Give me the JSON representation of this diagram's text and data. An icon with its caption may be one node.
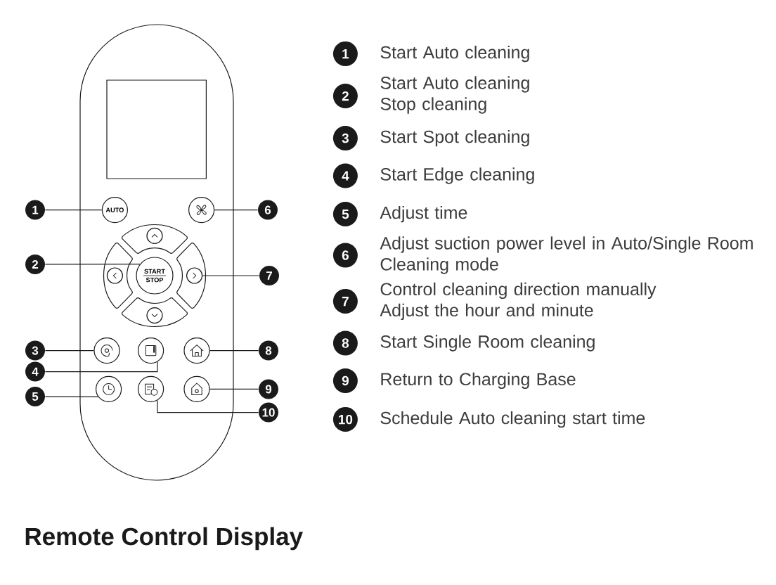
{
  "diagram": {
    "title": "Remote Control Display",
    "nodes": [
      {
        "text": [
          "1"
        ]
      },
      {
        "text": [
          "AUTO"
        ]
      },
      {
        "text": [],
        "shape": "circle"
      },
      {
        "text": [
          "6"
        ]
      },
      {
        "text": [],
        "shape": "circle"
      },
      {
        "text": [
          "2"
        ]
      },
      {
        "text": [],
        "shape": "circle"
      },
      {
        "text": [
          "START",
          "STOP"
        ]
      },
      {
        "text": [],
        "shape": "circle"
      },
      {
        "text": [
          "7"
        ]
      },
      {
        "text": [],
        "shape": "circle"
      },
      {
        "text": [
          "3"
        ]
      },
      {
        "text": [],
        "shape": "circle"
      },
      {
        "text": [],
        "shape": "circle"
      },
      {
        "text": [],
        "shape": "circle"
      },
      {
        "text": [
          "8"
        ]
      },
      {
        "text": [
          "4"
        ]
      },
      {
        "text": [],
        "shape": "circle"
      },
      {
        "text": [],
        "shape": "circle"
      },
      {
        "text": [],
        "shape": "circle"
      },
      {
        "text": [
          "9"
        ]
      },
      {
        "text": [
          "5"
        ]
      },
      {
        "text": [
          "10"
        ]
      },
      {
        "text": [
          "1"
        ],
        "beside": [
          "Start Auto cleaning"
        ]
      },
      {
        "text": [
          "2"
        ],
        "beside": [
          "Start Auto cleaning",
          "Stop cleaning"
        ]
      },
      {
        "text": [
          "3"
        ],
        "beside": [
          "Start Spot cleaning"
        ]
      },
      {
        "text": [
          "4"
        ],
        "beside": [
          "Start Edge cleaning"
        ]
      },
      {
        "text": [
          "5"
        ],
        "beside": [
          "Adjust time"
        ]
      },
      {
        "text": [
          "6"
        ],
        "beside": [
          "Adjust suction power level in Auto/Single Room Cleaning mode"
        ]
      },
      {
        "text": [
          "7"
        ],
        "beside": [
          "Control cleaning direction manually",
          "Adjust the hour and minute"
        ]
      },
      {
        "text": [
          "8"
        ],
        "beside": [
          "Start Single Room cleaning"
        ]
      },
      {
        "text": [
          "9"
        ],
        "beside": [
          "Return to Charging Base"
        ]
      },
      {
        "text": [
          "10"
        ],
        "beside": [
          "Schedule Auto cleaning start time"
        ]
      }
    ],
    "edges": [
      {
        "from": 0,
        "to": 1,
        "arrow": "none"
      },
      {
        "from": 3,
        "to": 2,
        "arrow": "none"
      },
      {
        "from": 5,
        "to": 7,
        "arrow": "none"
      },
      {
        "from": 9,
        "to": 8,
        "arrow": "none"
      },
      {
        "from": 11,
        "to": 12,
        "arrow": "none"
      },
      {
        "from": 15,
        "to": 14,
        "arrow": "none"
      },
      {
        "from": 16,
        "to": 13,
        "arrow": "none"
      },
      {
        "from": 21,
        "to": 17,
        "arrow": "none"
      },
      {
        "from": 20,
        "to": 19,
        "arrow": "none"
      },
      {
        "from": 22,
        "to": 18,
        "arrow": "none"
      }
    ]
  }
}
